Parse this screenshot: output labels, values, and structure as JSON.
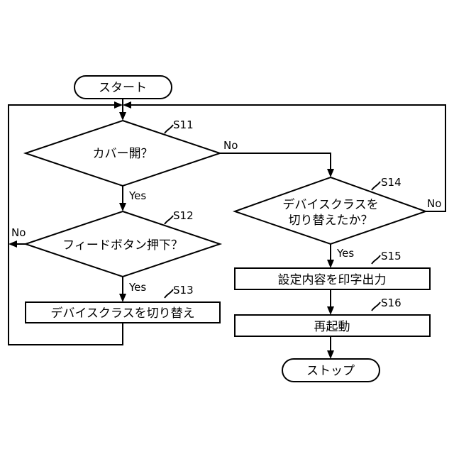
{
  "nodes": {
    "start": "スタート",
    "s11": "カバー開？",
    "s12": "フィードボタン押下？",
    "s13": "デバイスクラスを切り替え",
    "s14_line1": "デバイスクラスを",
    "s14_line2": "切り替えたか？",
    "s15": "設定内容を印字出力",
    "s16": "再起動",
    "stop": "ストップ"
  },
  "steps": {
    "s11": "S11",
    "s12": "S12",
    "s13": "S13",
    "s14": "S14",
    "s15": "S15",
    "s16": "S16"
  },
  "branches": {
    "s11_no": "No",
    "s11_yes": "Yes",
    "s12_no": "No",
    "s12_yes": "Yes",
    "s14_no": "No",
    "s14_yes": "Yes"
  }
}
